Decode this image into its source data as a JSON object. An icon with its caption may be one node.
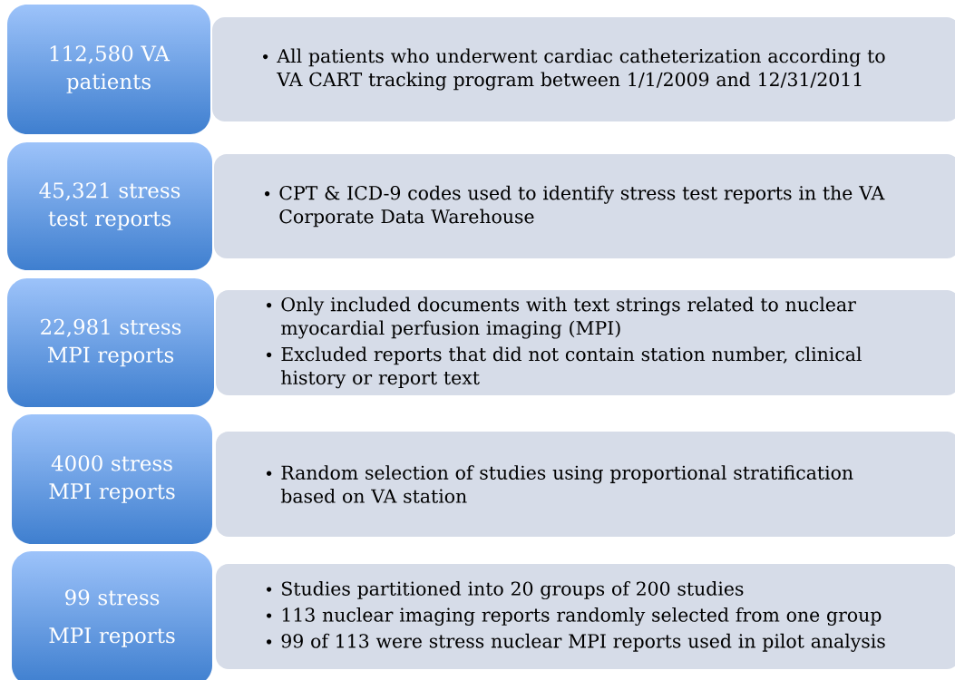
{
  "diagram": {
    "nodes": [
      {
        "text": [
          "112,580 VA patients"
        ]
      },
      {
        "text": [
          "All patients who underwent cardiac catheterization according to VA CART tracking program between 1/1/2009 and 12/31/2011"
        ]
      },
      {
        "text": [
          "45,321 stress test reports"
        ]
      },
      {
        "text": [
          "CPT & ICD-9 codes used to identify stress test reports in the VA Corporate Data Warehouse"
        ]
      },
      {
        "text": [
          "22,981 stress MPI reports"
        ]
      },
      {
        "text": [
          "Only included documents with text strings related to nuclear myocardial perfusion imaging (MPI)",
          "Excluded reports that did not contain station number, clinical history or report text"
        ]
      },
      {
        "text": [
          "4000 stress MPI reports"
        ]
      },
      {
        "text": [
          "Random selection of studies using proportional stratification based on VA station"
        ]
      },
      {
        "text": [
          "99 stress MPI reports"
        ]
      },
      {
        "text": [
          "Studies partitioned into 20 groups of 200 studies",
          "113 nuclear imaging reports randomly selected from one group",
          "99 of 113 were stress nuclear MPI reports used in pilot analysis"
        ]
      }
    ]
  }
}
